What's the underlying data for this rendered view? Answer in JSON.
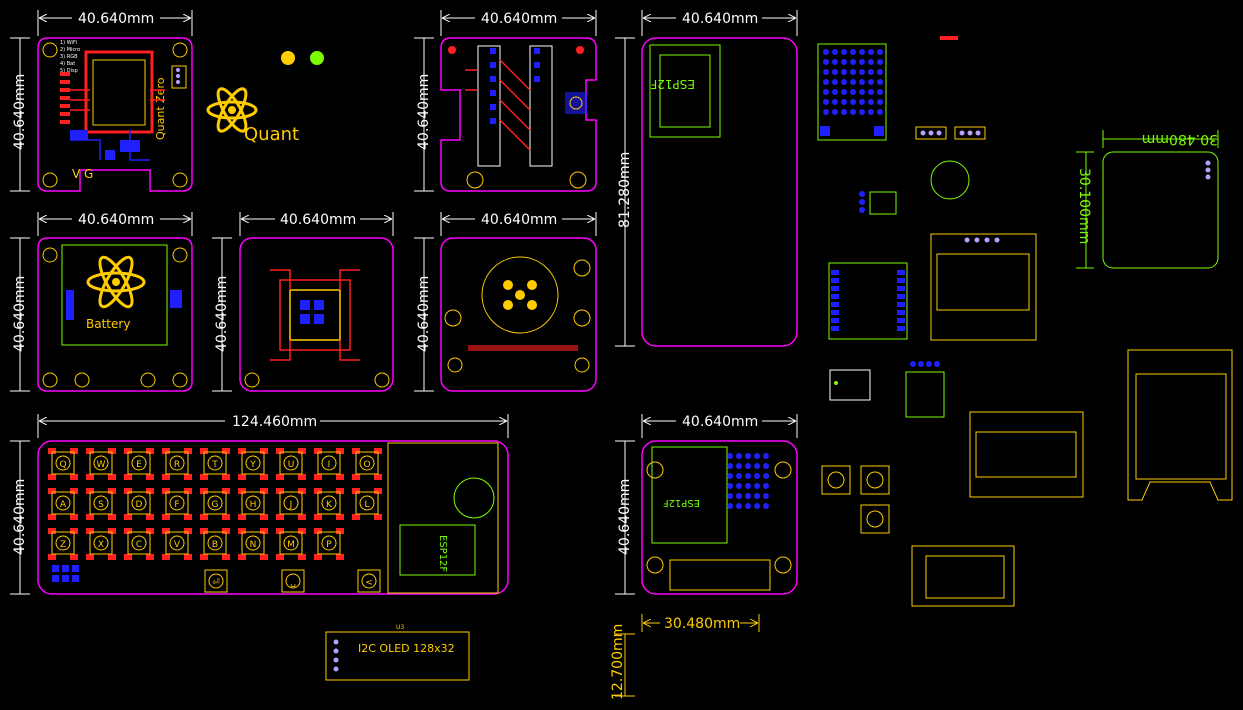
{
  "dimensions": {
    "b1_w": "40.640mm",
    "b1_h": "40.640mm",
    "b2_w": "40.640mm",
    "b2_h": "40.640mm",
    "b3_w": "40.640mm",
    "b3_h": "81.280mm",
    "b4_w": "40.640mm",
    "b4_h": "40.640mm",
    "b5_w": "40.640mm",
    "b5_h": "40.640mm",
    "b6_w": "40.640mm",
    "b6_h": "40.640mm",
    "kbd_w": "124.460mm",
    "kbd_h": "40.640mm",
    "b7_w": "40.640mm",
    "b7_h": "40.640mm",
    "sq_w": "30.480mm",
    "sq_h": "30.100mm",
    "small_w": "30.480mm",
    "small_h": "12.700mm"
  },
  "labels": {
    "quant_zero": "Quant Zero",
    "esp12f": "ESP12F",
    "battery": "Battery",
    "quant_logo": "Quant",
    "oled": "I2C OLED 128x32",
    "vg": "V G",
    "u3": "U3",
    "feature_list": [
      "1) WiFi",
      "2) Micro",
      "3) RGB",
      "4) Bat",
      "5) Disp"
    ]
  },
  "keyboard": {
    "row1": [
      "Q",
      "W",
      "E",
      "R",
      "T",
      "Y",
      "U",
      "I",
      "O"
    ],
    "row2": [
      "A",
      "S",
      "D",
      "F",
      "G",
      "H",
      "J",
      "K",
      "L"
    ],
    "row3": [
      "Z",
      "X",
      "C",
      "V",
      "B",
      "N",
      "M",
      "P"
    ],
    "row4": [
      "⏎",
      "␣",
      "<"
    ]
  },
  "colors": {
    "bg": "#000000",
    "outline": "#ff00ff",
    "silk": "#ffcc00",
    "top_copper": "#ff2020",
    "bottom_copper": "#2020ff",
    "green": "#7CFC00"
  }
}
